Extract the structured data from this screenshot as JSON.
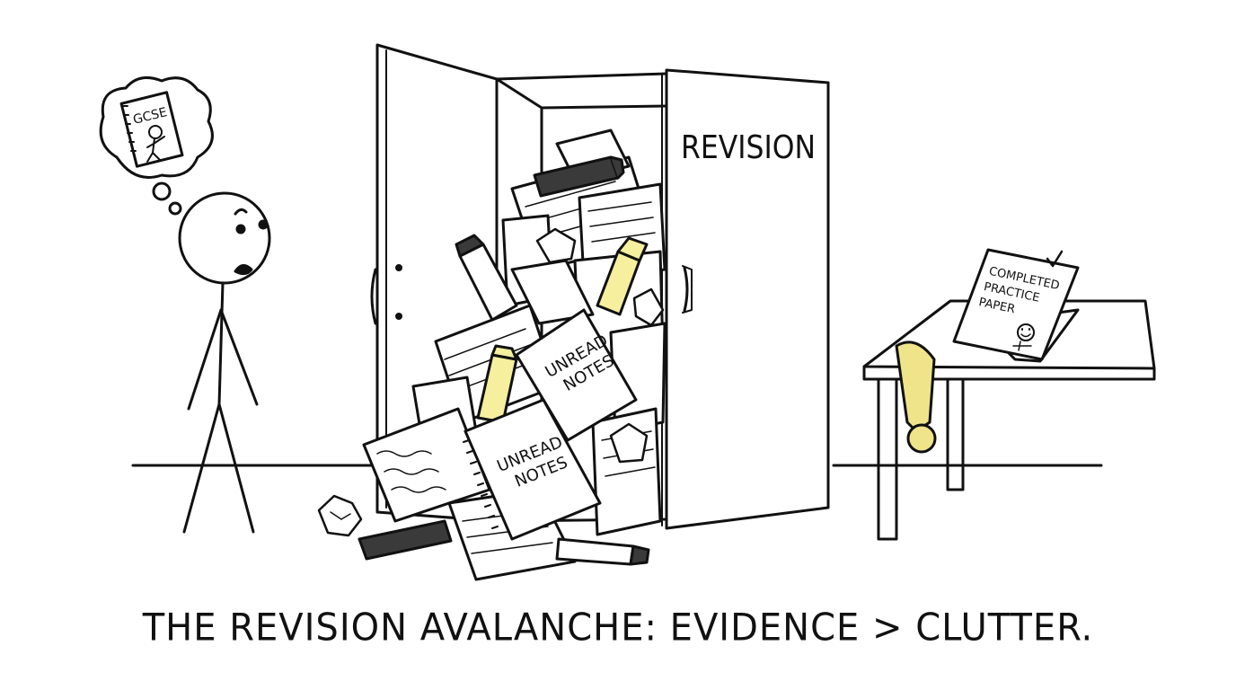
{
  "colors": {
    "ink": "#111111",
    "paper": "#ffffff",
    "highlighter": "#f5ef9e",
    "medal_gold": "#efe48a",
    "marker_dark": "#3a3a3a"
  },
  "thought_bubble": {
    "book_label": "GCSE"
  },
  "cupboard": {
    "door_label": "REVISION"
  },
  "notebooks": [
    {
      "label_line1": "UNREAD",
      "label_line2": "NOTES"
    },
    {
      "label_line1": "UNREAD",
      "label_line2": "NOTES"
    }
  ],
  "practice_paper": {
    "line1": "COMPLETED",
    "line2": "PRACTICE",
    "line3": "PAPER"
  },
  "caption": "THE REVISION AVALANCHE: EVIDENCE > CLUTTER."
}
